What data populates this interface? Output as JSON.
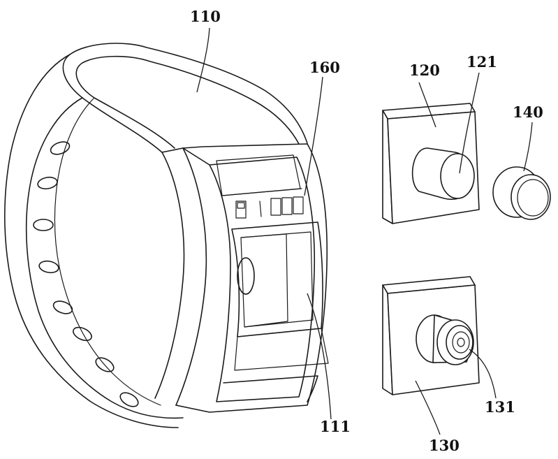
{
  "labels": {
    "band": "110",
    "cavity": "111",
    "module_top": "120",
    "module_top_post": "121",
    "module_bottom": "130",
    "module_bottom_post": "131",
    "cap": "140",
    "contacts": "160"
  }
}
